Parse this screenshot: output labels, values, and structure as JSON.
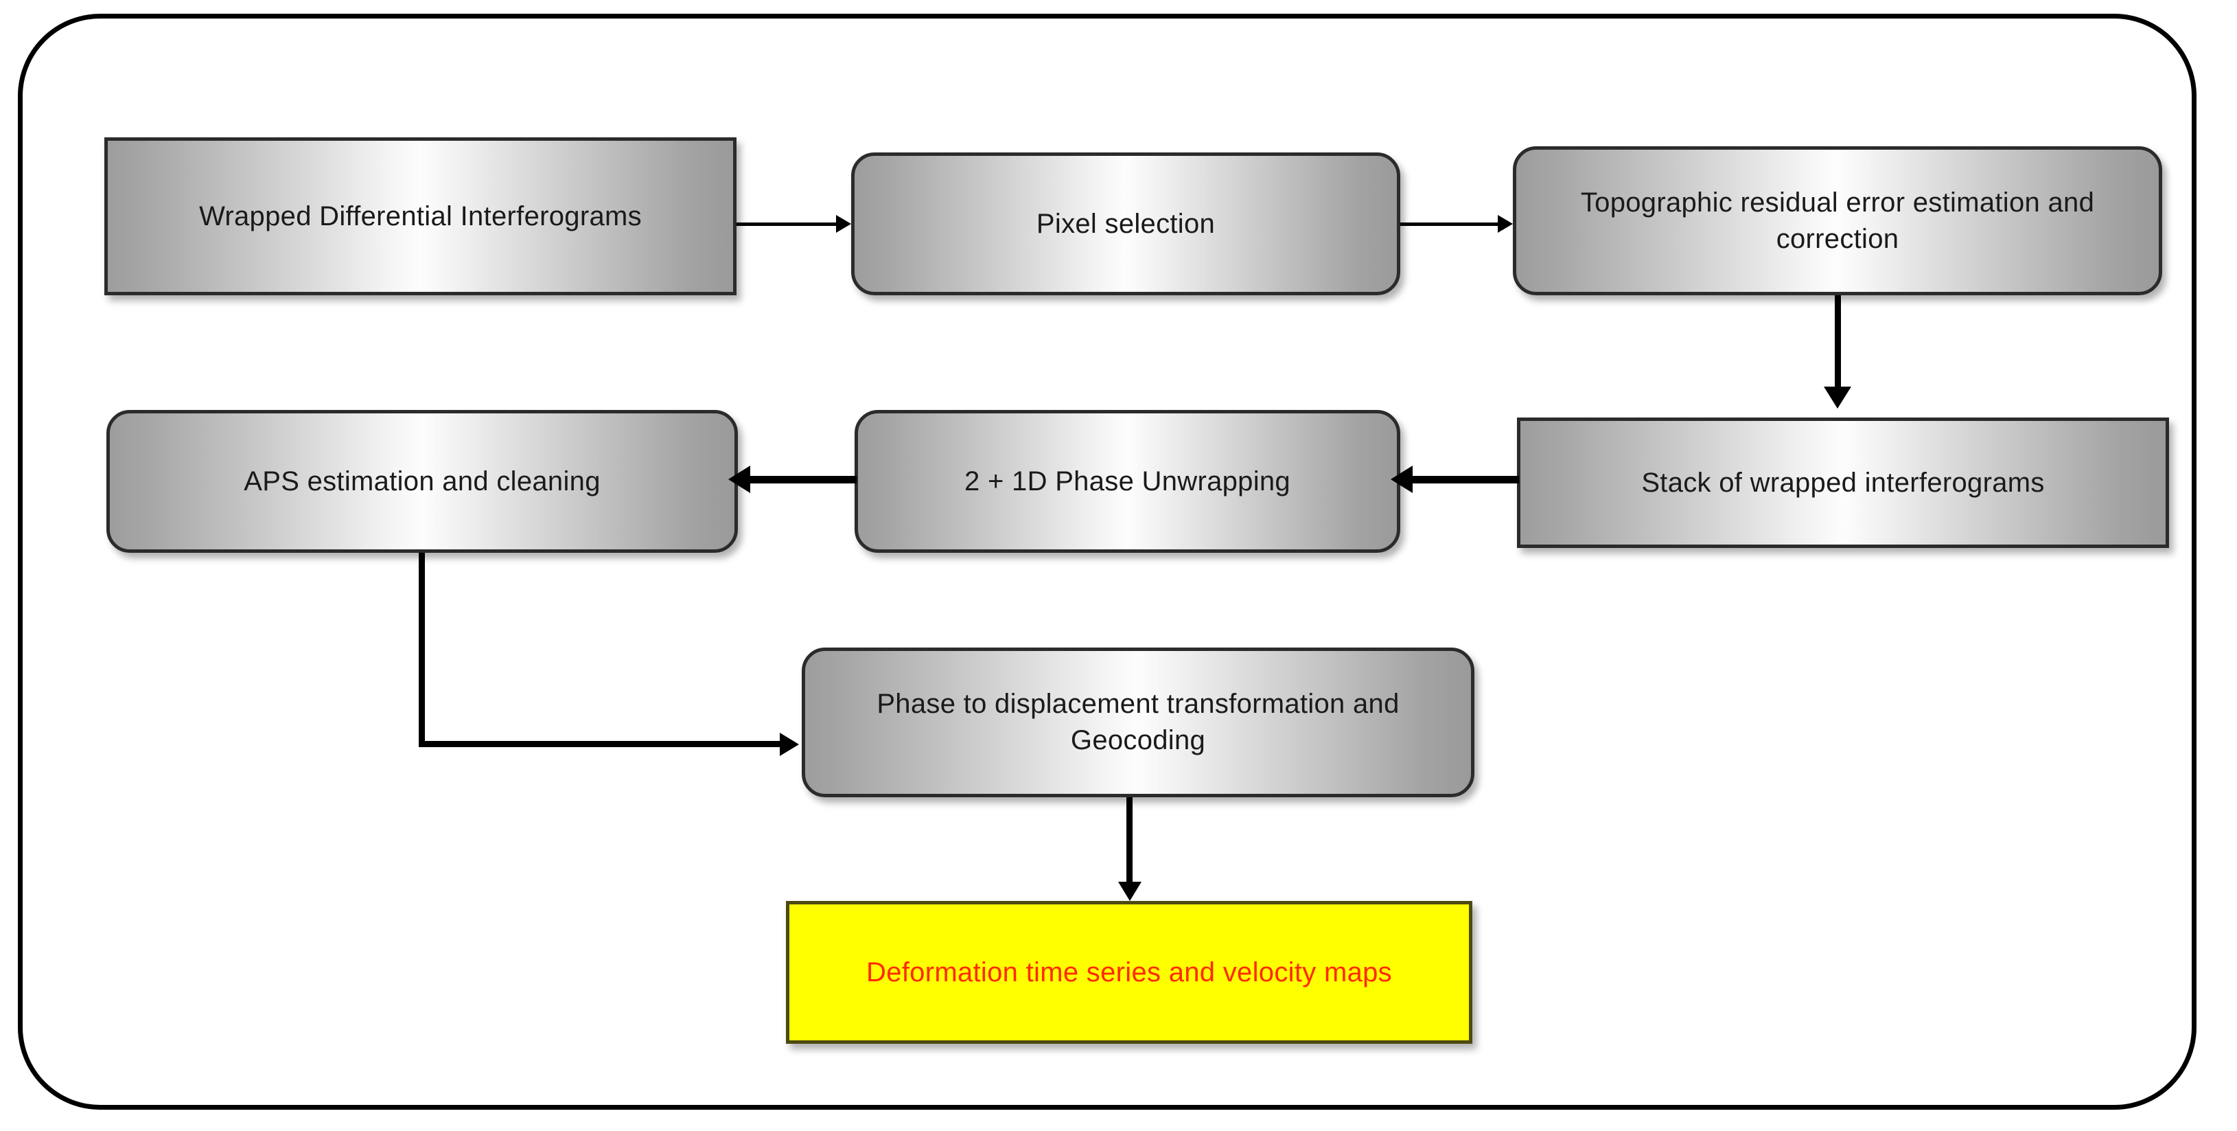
{
  "diagram": {
    "title": "InSAR processing chain flowchart",
    "frame": {
      "shape": "rounded-rectangle",
      "border_color": "#000000"
    },
    "nodes": [
      {
        "id": "wrapped-differential-interferograms",
        "label": "Wrapped Differential  Interferograms",
        "shape": "rectangle",
        "fill": "gray-gradient"
      },
      {
        "id": "pixel-selection",
        "label": "Pixel selection",
        "shape": "rounded-rectangle",
        "fill": "gray-gradient"
      },
      {
        "id": "topographic-residual-error",
        "label": "Topographic residual error estimation and correction",
        "shape": "rounded-rectangle",
        "fill": "gray-gradient"
      },
      {
        "id": "stack-of-wrapped-interferograms",
        "label": "Stack of wrapped interferograms",
        "shape": "rectangle",
        "fill": "gray-gradient"
      },
      {
        "id": "phase-unwrapping",
        "label": "2 + 1D Phase Unwrapping",
        "shape": "rounded-rectangle",
        "fill": "gray-gradient"
      },
      {
        "id": "aps-estimation-and-cleaning",
        "label": "APS estimation  and cleaning",
        "shape": "rounded-rectangle",
        "fill": "gray-gradient"
      },
      {
        "id": "phase-to-displacement",
        "label": "Phase to displacement  transformation  and Geocoding",
        "shape": "rounded-rectangle",
        "fill": "gray-gradient"
      },
      {
        "id": "deformation-time-series",
        "label": "Deformation time series and velocity maps",
        "shape": "rectangle",
        "fill": "#ffff00",
        "text_color": "#ff2a00"
      }
    ],
    "edges": [
      {
        "from": "wrapped-differential-interferograms",
        "to": "pixel-selection",
        "direction": "right"
      },
      {
        "from": "pixel-selection",
        "to": "topographic-residual-error",
        "direction": "right"
      },
      {
        "from": "topographic-residual-error",
        "to": "stack-of-wrapped-interferograms",
        "direction": "down"
      },
      {
        "from": "stack-of-wrapped-interferograms",
        "to": "phase-unwrapping",
        "direction": "left"
      },
      {
        "from": "phase-unwrapping",
        "to": "aps-estimation-and-cleaning",
        "direction": "left"
      },
      {
        "from": "aps-estimation-and-cleaning",
        "to": "phase-to-displacement",
        "direction": "elbow-down-right"
      },
      {
        "from": "phase-to-displacement",
        "to": "deformation-time-series",
        "direction": "down"
      }
    ]
  }
}
